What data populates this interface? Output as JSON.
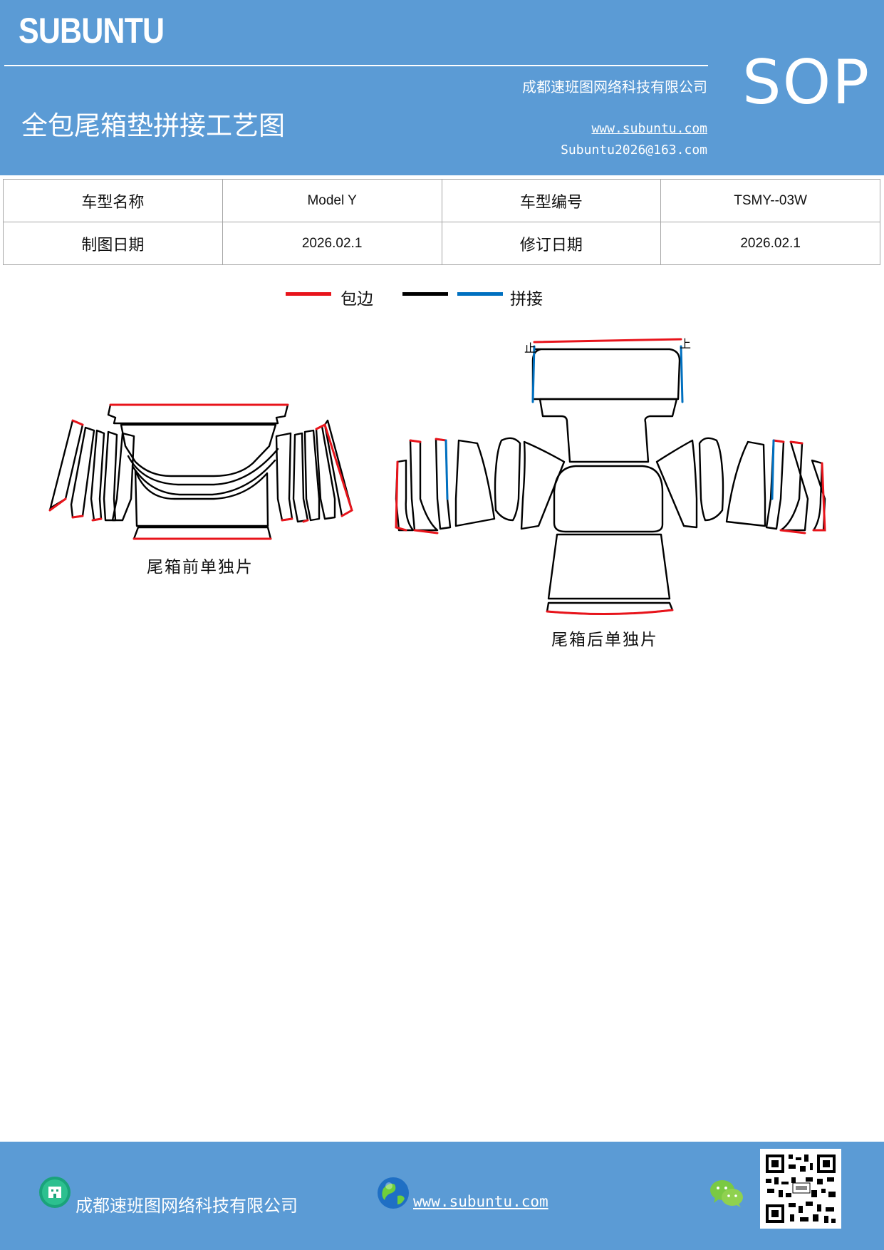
{
  "header": {
    "brand": "SUBUNTU",
    "badge": "SOP",
    "company": "成都速班图网络科技有限公司",
    "title": "全包尾箱垫拼接工艺图",
    "website": "www.subuntu.com",
    "email": "Subuntu2026@163.com"
  },
  "info": {
    "rows": [
      [
        "车型名称",
        "Model Y",
        "车型编号",
        "TSMY--03W"
      ],
      [
        "制图日期",
        "2026.02.1",
        "修订日期",
        "2026.02.1"
      ]
    ]
  },
  "legend": {
    "items": [
      {
        "label": "包边",
        "color": "#e8141b"
      },
      {
        "label": "",
        "color": "#000000"
      },
      {
        "label": "拼接",
        "color": "#0070c0"
      }
    ]
  },
  "diagrams": {
    "front_caption": "尾箱前单独片",
    "rear_caption": "尾箱后单独片",
    "rear_mark_left": "止",
    "rear_mark_right": "上"
  },
  "footer": {
    "company": "成都速班图网络科技有限公司",
    "website": "www.subuntu.com "
  },
  "colors": {
    "header_bg": "#5b9bd5",
    "edge_red": "#e8141b",
    "splice_blue": "#0070c0",
    "outline": "#000000"
  }
}
